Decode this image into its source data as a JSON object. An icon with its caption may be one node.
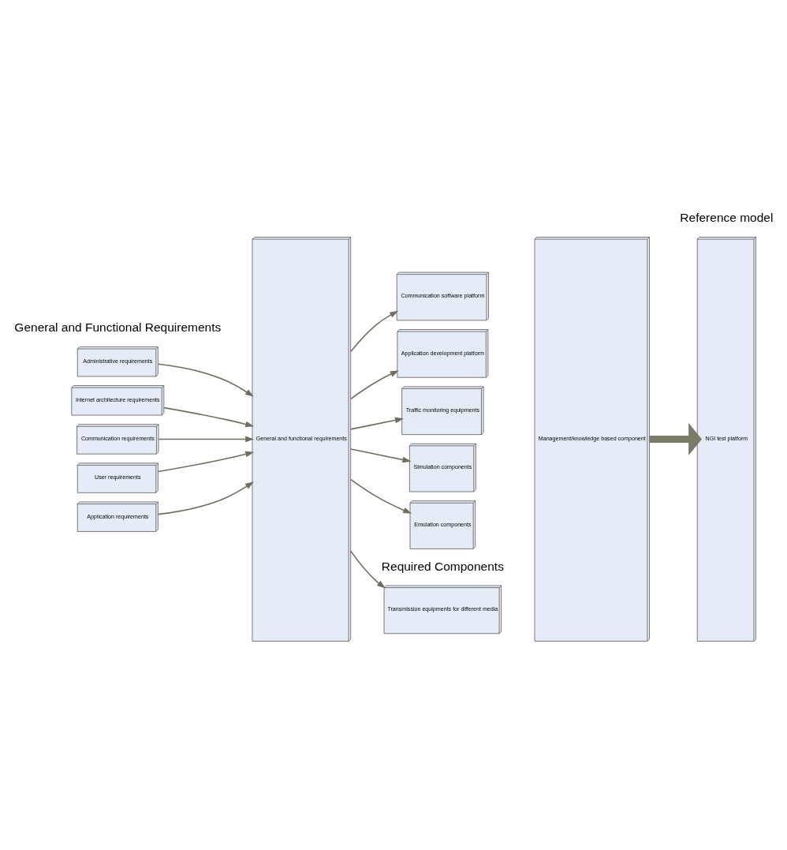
{
  "diagram": {
    "nodes": [
      {
        "text": [
          "Administrative requirements"
        ]
      },
      {
        "text": [
          "Internet architecture requirements"
        ]
      },
      {
        "text": [
          "Communication requirements"
        ]
      },
      {
        "text": [
          "User requirements"
        ]
      },
      {
        "text": [
          "Application requirements"
        ]
      },
      {
        "text": [
          "General and functional requirements"
        ]
      },
      {
        "text": [
          "Transmission equipments for different media"
        ]
      },
      {
        "text": [
          "Communication software platform"
        ]
      },
      {
        "text": [
          "Application development platform"
        ]
      },
      {
        "text": [
          "Traffic monitoring equipments"
        ]
      },
      {
        "text": [
          "Simulation components"
        ]
      },
      {
        "text": [
          "Emulation components"
        ]
      },
      {
        "text": [
          "Management/knowledge based component"
        ]
      },
      {
        "text": [
          "NGI test platform"
        ]
      }
    ],
    "edges": [
      {
        "from": 0,
        "to": 5,
        "arrow": "to"
      },
      {
        "from": 1,
        "to": 5,
        "arrow": "to"
      },
      {
        "from": 2,
        "to": 5,
        "arrow": "to"
      },
      {
        "from": 3,
        "to": 5,
        "arrow": "to"
      },
      {
        "from": 4,
        "to": 5,
        "arrow": "to"
      },
      {
        "from": 5,
        "to": 6,
        "arrow": "to"
      },
      {
        "from": 5,
        "to": 7,
        "arrow": "to"
      },
      {
        "from": 5,
        "to": 8,
        "arrow": "to"
      },
      {
        "from": 5,
        "to": 9,
        "arrow": "to"
      },
      {
        "from": 5,
        "to": 10,
        "arrow": "to"
      },
      {
        "from": 5,
        "to": 11,
        "arrow": "to"
      },
      {
        "from": 12,
        "to": 13,
        "arrow": "to",
        "style": "thick"
      }
    ],
    "labels": [
      "General and Functional Requirements",
      "Required Components",
      "Reference model"
    ]
  }
}
